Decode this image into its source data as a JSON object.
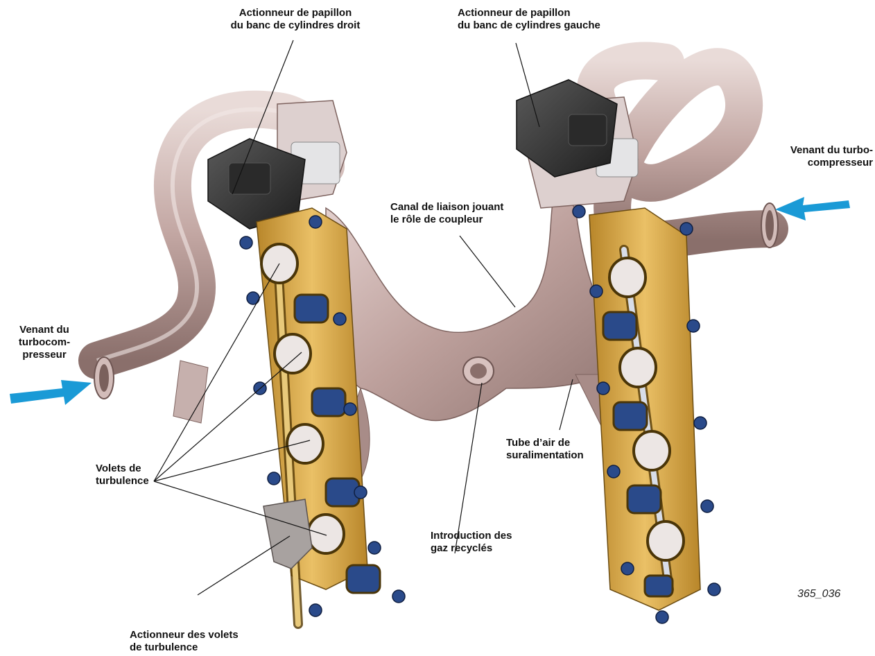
{
  "labels": {
    "actuator_right_bank": [
      "Actionneur de papillon",
      "du banc de cylindres droit"
    ],
    "actuator_left_bank": [
      "Actionneur de papillon",
      "du banc de cylindres gauche"
    ],
    "from_turbo_right": [
      "Venant du turbo-",
      "compresseur"
    ],
    "from_turbo_left": [
      "Venant du",
      "turbocom-",
      "presseur"
    ],
    "coupling_channel": [
      "Canal de liaison jouant",
      "le rôle de coupleur"
    ],
    "charge_air_tube": [
      "Tube d’air de",
      "suralimentation"
    ],
    "swirl_flaps": [
      "Volets de",
      "turbulence"
    ],
    "egr_inlet": [
      "Introduction des",
      "gaz recyclés"
    ],
    "swirl_flap_actuator": [
      "Actionneur des volets",
      "de turbulence"
    ]
  },
  "figure_number": "365_036",
  "colors": {
    "arrow": "#1a9ad6",
    "metal": "#c9b0ad",
    "gasket": "#d9a83a",
    "bolt": "#2a4a8a",
    "actuator": "#3a3a3a"
  }
}
